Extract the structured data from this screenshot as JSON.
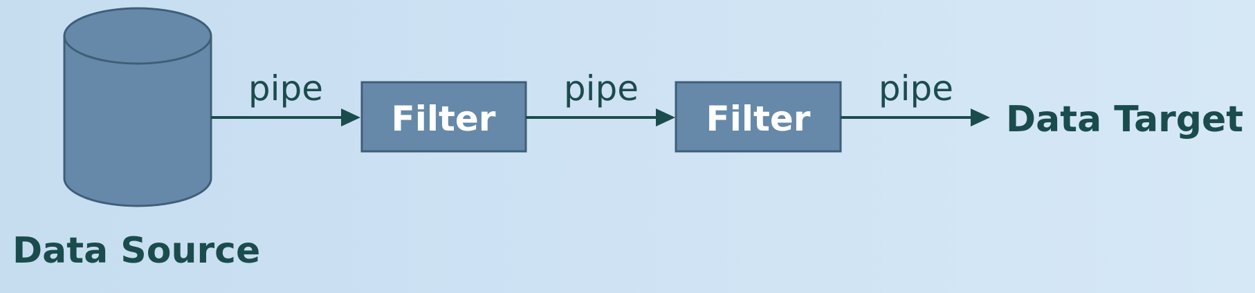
{
  "diagram": {
    "source": {
      "label": "Data Source"
    },
    "pipes": [
      {
        "label": "pipe"
      },
      {
        "label": "pipe"
      },
      {
        "label": "pipe"
      }
    ],
    "filters": [
      {
        "label": "Filter"
      },
      {
        "label": "Filter"
      }
    ],
    "target": {
      "label": "Data Target"
    }
  },
  "colors": {
    "background": "#c9dff1",
    "node_fill": "#6689a9",
    "node_stroke": "#3f5e78",
    "text_dark": "#1b4c4d",
    "arrow": "#1b4c4d"
  }
}
